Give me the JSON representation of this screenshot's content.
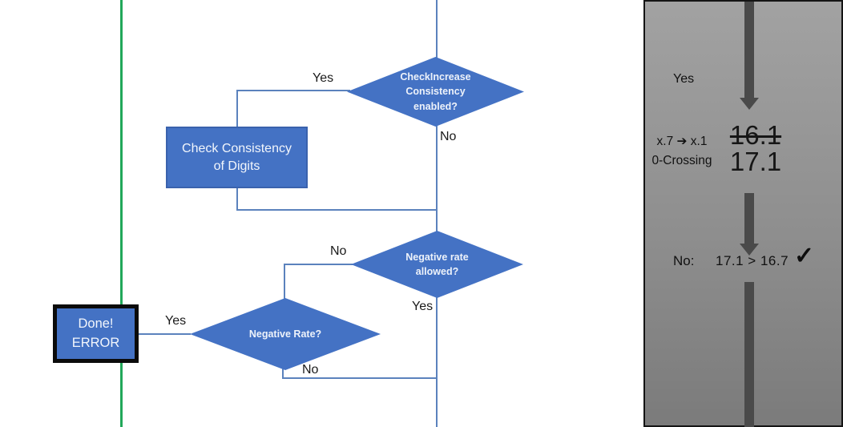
{
  "colors": {
    "shape_blue": "#4472C4",
    "shape_border_blue": "#3A62AD",
    "connector_blue": "#5B82BD",
    "green_guide": "#22A85A",
    "panel_arrow_gray": "#4A4A4A",
    "panel_bg_top": "#A2A2A2",
    "panel_bg_bottom": "#7B7B7B"
  },
  "flowchart": {
    "nodes": {
      "check_increase_decision": "CheckIncrease\nConsistency\nenabled?",
      "check_consistency_process": "Check Consistency\nof Digits",
      "negative_rate_allowed_decision": "Negative rate\nallowed?",
      "negative_rate_decision": "Negative Rate?",
      "done_error_terminal": "Done!\nERROR"
    },
    "connector_labels": {
      "yes_top": "Yes",
      "no_top": "No",
      "no_mid": "No",
      "yes_mid": "Yes",
      "yes_bottom": "Yes",
      "no_bottom": "No"
    }
  },
  "side_panel": {
    "yes_label": "Yes",
    "transition": "x.7 ➔ x.1",
    "transition_name": "0-Crossing",
    "old_value": "16.1",
    "new_value": "17.1",
    "result_label": "No:",
    "comparison": "17.1 > 16.7",
    "checkmark": "✓"
  }
}
